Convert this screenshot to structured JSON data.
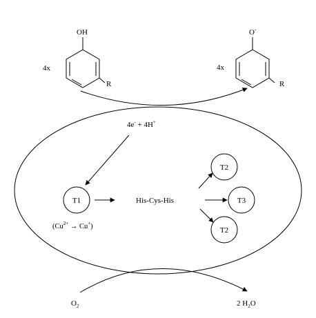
{
  "reactant": {
    "substituent_top": "OH",
    "count": "4x",
    "substituent_r": "R"
  },
  "product": {
    "substituent_top": "O",
    "charge": "-",
    "count": "4x",
    "substituent_r": "R"
  },
  "electrons": {
    "e_text": "4e",
    "e_charge": "-",
    "h_text": " + 4H",
    "h_charge": "+"
  },
  "nodes": {
    "t1": "T1",
    "t2_top": "T2",
    "t3": "T3",
    "t2_bottom": "T2"
  },
  "bridge": "His-Cys-His",
  "reduction": {
    "open": "(Cu",
    "from_charge": "2+",
    "arrow": " → Cu",
    "to_charge": "+",
    "close": ")"
  },
  "oxygen": {
    "symbol": "O",
    "subscript": "2"
  },
  "water": {
    "prefix": "2 H",
    "subscript": "2",
    "suffix": "O"
  }
}
